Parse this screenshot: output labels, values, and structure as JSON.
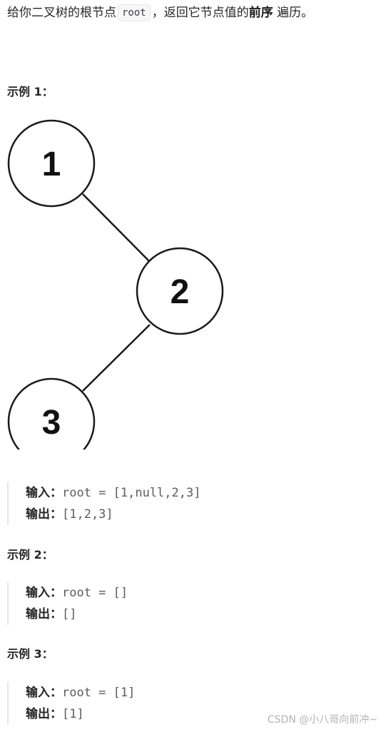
{
  "intro": {
    "prefix": "给你二叉树的根节点",
    "code": "root",
    "middle": "，返回它节点值的",
    "emphasis": "前序",
    "suffix": "遍历。"
  },
  "examples": [
    {
      "title": "示例 1：",
      "input_label": "输入：",
      "input_value": "root = [1,null,2,3]",
      "output_label": "输出：",
      "output_value": "[1,2,3]"
    },
    {
      "title": "示例 2：",
      "input_label": "输入：",
      "input_value": "root = []",
      "output_label": "输出：",
      "output_value": "[]"
    },
    {
      "title": "示例 3：",
      "input_label": "输入：",
      "input_value": "root = [1]",
      "output_label": "输出：",
      "output_value": "[1]"
    }
  ],
  "tree": {
    "nodes": [
      "1",
      "2",
      "3"
    ],
    "stroke_color": "#1a1a1a"
  },
  "watermark": "CSDN @小八哥向前冲~"
}
